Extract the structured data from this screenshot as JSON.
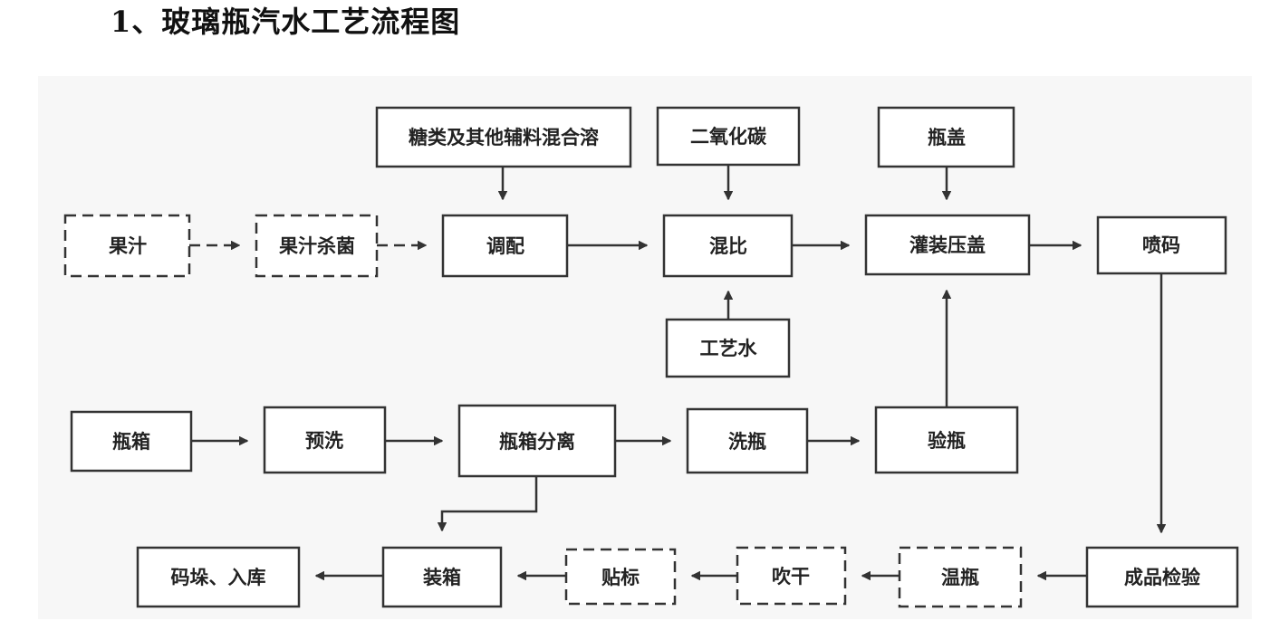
{
  "title": "1、玻璃瓶汽水工艺流程图",
  "nodes": {
    "sugar": "糖类及其他辅料混合溶",
    "co2": "二氧化碳",
    "cap": "瓶盖",
    "juice": "果汁",
    "juice_sterilize": "果汁杀菌",
    "blend": "调配",
    "mix": "混比",
    "fill_cap": "灌装压盖",
    "inkjet": "喷码",
    "process_water": "工艺水",
    "crate": "瓶箱",
    "prewash": "预洗",
    "crate_separate": "瓶箱分离",
    "wash_bottle": "洗瓶",
    "inspect_bottle": "验瓶",
    "stack_store": "码垛、入库",
    "packing": "装箱",
    "labeling": "贴标",
    "blow_dry": "吹干",
    "warm_bottle": "温瓶",
    "final_inspect": "成品检验"
  }
}
